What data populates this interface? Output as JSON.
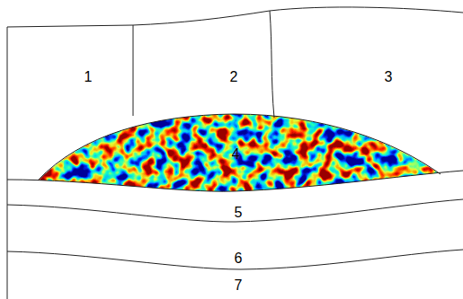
{
  "diagram": {
    "nodes": [
      {
        "text": [
          "1"
        ]
      },
      {
        "text": [
          "2"
        ]
      },
      {
        "text": [
          "3"
        ]
      },
      {
        "text": [
          "4"
        ]
      },
      {
        "text": [
          "5"
        ]
      },
      {
        "text": [
          "6"
        ]
      },
      {
        "text": [
          "7"
        ]
      }
    ]
  }
}
